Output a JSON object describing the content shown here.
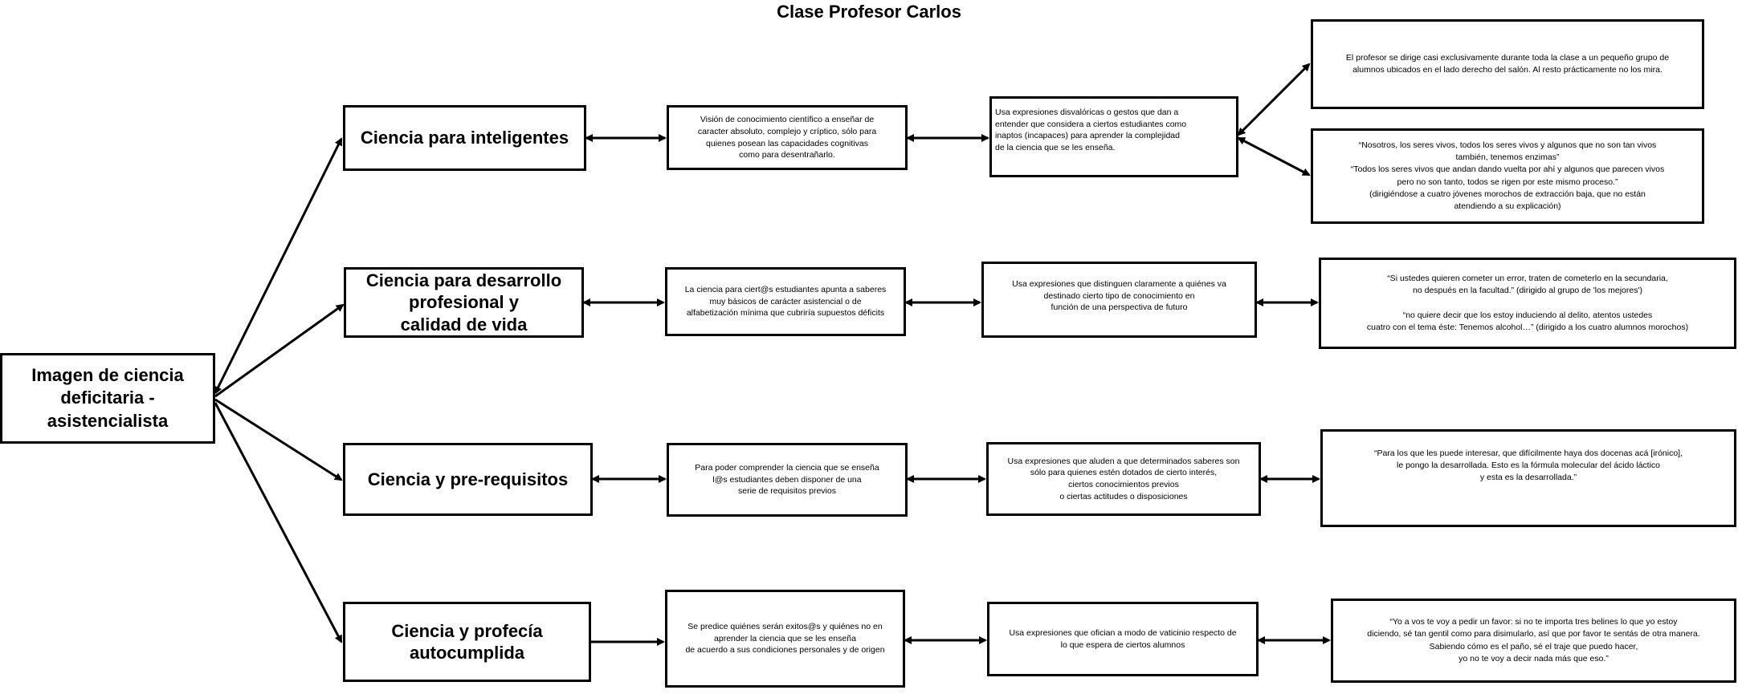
{
  "title": "Clase Profesor Carlos",
  "root": "Imagen de ciencia\ndeficitaria -\nasistencialista",
  "rows": [
    {
      "category": "Ciencia para inteligentes",
      "description": "Visión de conocimiento científico a enseñar de\ncaracter absoluto, complejo y críptico, sólo para\nquienes posean las capacidades cognitivas\ncomo para desentrañarlo.",
      "expression": "Usa expresiones disvalóricas o gestos que dan a\nentender que considera a ciertos estudiantes como\ninaptos (incapaces) para aprender la complejidad\nde la ciencia que se les enseña.",
      "quotes": [
        "El profesor se dirige casi exclusivamente durante toda la clase a un pequeño grupo de\nalumnos ubicados en el lado derecho del salón. Al resto prácticamente no los mira.",
        "“Nosotros, los seres vivos, todos los seres vivos y algunos que no son tan vivos\ntambién, tenemos enzimas”\n“Todos los seres vivos que andan dando vuelta por ahí y algunos que parecen vivos\npero no son tanto, todos se rigen por este mismo proceso.”\n(dirigiéndose a cuatro jóvenes morochos de extracción baja, que no están\natendiendo a su explicación)"
      ]
    },
    {
      "category": "Ciencia para desarrollo\nprofesional y\ncalidad de vida",
      "description": "La ciencia para ciert@s estudiantes apunta a saberes\nmuy básicos de carácter asistencial o de\nalfabetización mínima que cubriría supuestos déficits",
      "expression": "Usa expresiones que distinguen claramente a quiénes va\ndestinado cierto tipo de conocimiento en\nfunción de una perspectiva de futuro",
      "quotes": [
        "“Si ustedes quieren cometer un error, traten de cometerlo en la secundaria,\nno después en la facultad.” (dirigido al grupo de 'los mejores')\n\n“no quiere decir que los estoy induciendo al delito, atentos ustedes\ncuatro con el tema éste: Tenemos alcohol…” (dirigido a los cuatro alumnos morochos)"
      ]
    },
    {
      "category": "Ciencia y pre-requisitos",
      "description": "Para poder comprender la ciencia que se enseña\nl@s estudiantes deben disponer de una\nserie de requisitos previos",
      "expression": "Usa expresiones que aluden a que determinados saberes son\nsólo para quienes estén dotados de cierto interés,\nciertos conocimientos previos\no ciertas actitudes o disposiciones",
      "quotes": [
        "“Para los que les puede interesar, que difícilmente haya dos docenas acá [irónico],\nle pongo la desarrollada. Esto es la fórmula molecular del ácido láctico\ny esta es la desarrollada.”"
      ]
    },
    {
      "category": "Ciencia y profecía\nautocumplida",
      "description": "Se predice quiénes serán exitos@s y quiénes no en\naprender la ciencia que se les enseña\nde acuerdo a sus condiciones personales y de origen",
      "expression": "Usa expresiones que ofician a modo de vaticinio respecto de\nlo que espera de ciertos alumnos",
      "quotes": [
        "“Yo a vos te voy a pedir un favor: si no te importa tres belines lo que yo estoy\ndiciendo, sé tan gentil como para disimularlo, así que por favor te sentás de otra manera.\nSabiendo cómo es el paño, sé el traje que puedo hacer,\nyo no te voy a decir nada más que eso.”"
      ]
    }
  ]
}
